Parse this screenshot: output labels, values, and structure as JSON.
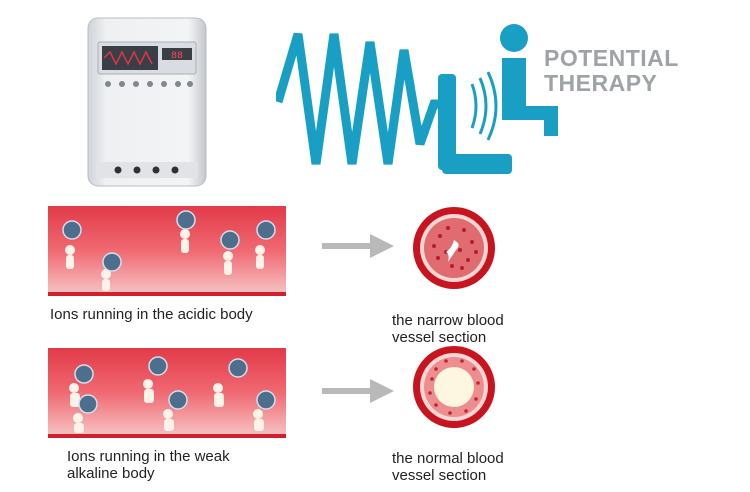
{
  "header": {
    "title_line1": "POTENTIAL",
    "title_line2": "THERAPY"
  },
  "device": {
    "brand_text": "",
    "display_readout": "88"
  },
  "panels": [
    {
      "caption": "Ions running in the acidic body"
    },
    {
      "caption_line1": "Ions running in the weak",
      "caption_line2": "alkaline body"
    }
  ],
  "vessels": [
    {
      "caption_line1": "the narrow blood",
      "caption_line2": "vessel section"
    },
    {
      "caption_line1": "the normal blood",
      "caption_line2": "vessel section"
    }
  ],
  "colors": {
    "therapy_blue": "#1a9fc4",
    "title_gray": "#9ea3a6",
    "blood_red": "#d8283a",
    "arrow_gray": "#b9b9b9"
  },
  "icons": [
    "potential-therapy-device",
    "zigzag-wave-icon",
    "seated-person-icon",
    "arrow-right-icon",
    "vessel-cross-section-icon",
    "running-ion-icon"
  ]
}
